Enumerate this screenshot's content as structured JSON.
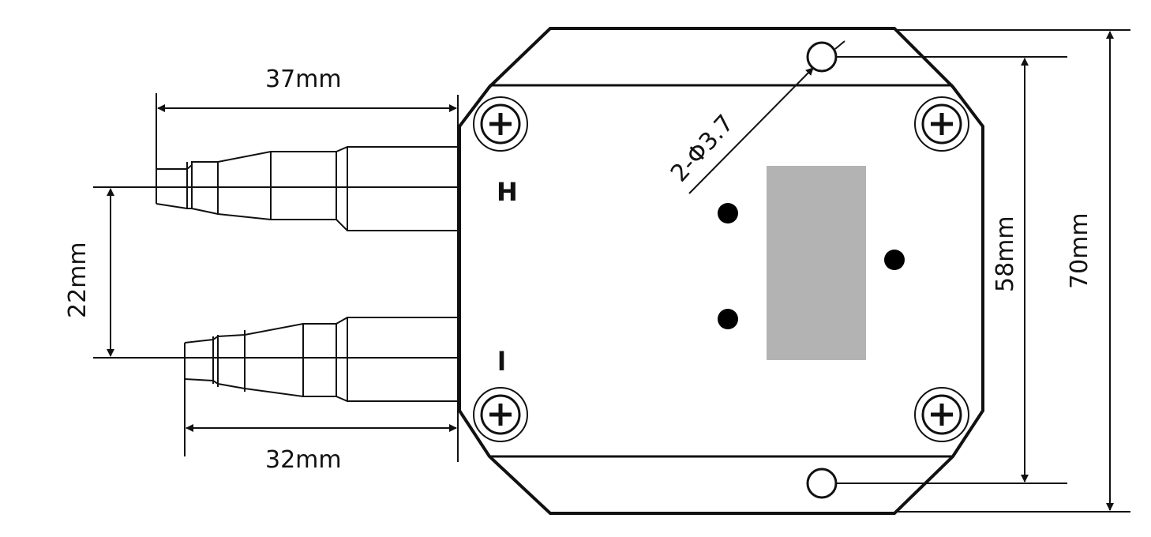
{
  "dimensions": {
    "barb_h_length": "37mm",
    "barb_l_length": "32mm",
    "port_spacing": "22mm",
    "mount_hole_spacing": "58mm",
    "overall_height": "70mm",
    "mount_hole": "2-Φ3.7"
  },
  "ports": {
    "high": "H",
    "low": "l"
  },
  "colors": {
    "line": "#111111",
    "display": "#b3b3b3",
    "background": "#ffffff"
  }
}
